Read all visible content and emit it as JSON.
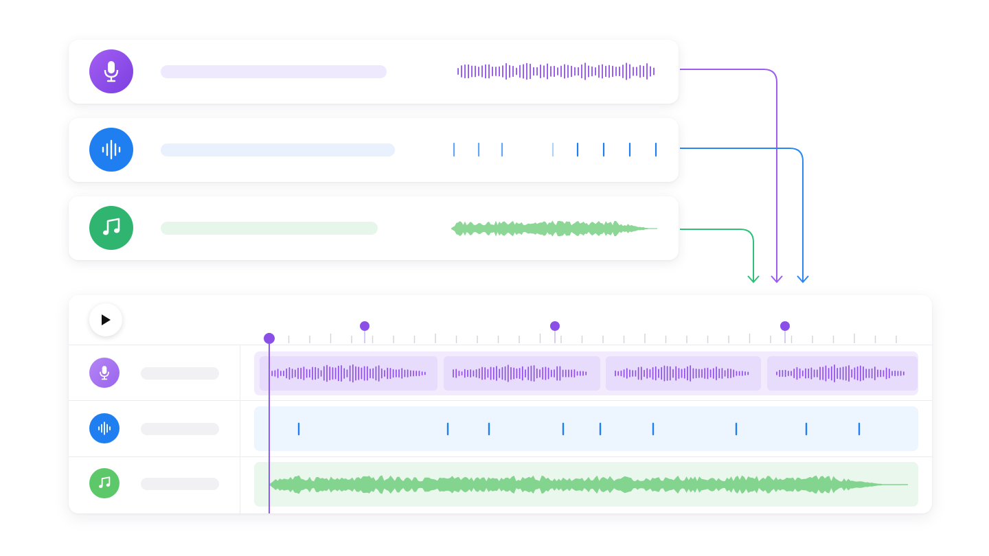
{
  "colors": {
    "voice": "#8f4ee6",
    "voice_light": "#efe9fd",
    "sfx": "#1f7ff0",
    "sfx_light": "#e8f1fd",
    "music": "#2fb56f",
    "music_light": "#e6f6ea",
    "music_wave": "#78cf84",
    "voice_lane": "#f1ebfd",
    "sfx_lane": "#edf5fe",
    "music_lane": "#eaf7ec"
  },
  "sources": [
    {
      "id": "voice",
      "icon": "microphone-icon"
    },
    {
      "id": "sfx",
      "icon": "sound-waves-icon"
    },
    {
      "id": "music",
      "icon": "music-note-icon"
    }
  ],
  "timeline": {
    "play_icon": "play-icon",
    "tracks": [
      {
        "id": "voice",
        "icon": "microphone-icon",
        "clip_count": 4
      },
      {
        "id": "sfx",
        "icon": "sound-waves-icon"
      },
      {
        "id": "music",
        "icon": "music-note-icon"
      }
    ],
    "markers": 3
  }
}
